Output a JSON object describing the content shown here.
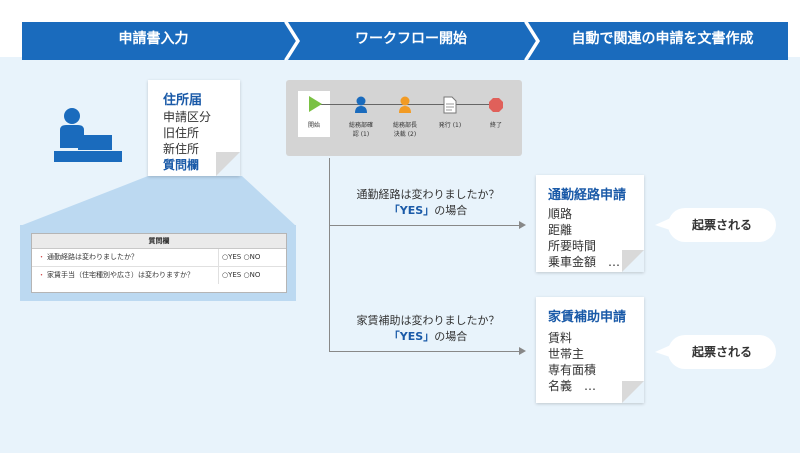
{
  "header": {
    "steps": [
      "申請書入力",
      "ワークフロー開始",
      "自動で関連の申請を文書作成"
    ],
    "color": "#1a6bbd"
  },
  "document": {
    "title": "住所届",
    "items": [
      "申請区分",
      "旧住所",
      "新住所"
    ],
    "highlight_item": "質問欄"
  },
  "form": {
    "header": "質問欄",
    "rows": [
      {
        "question": "通勤経路は変わりましたか？",
        "options": "○YES ○NO"
      },
      {
        "question": "家賃手当（住宅種別や広さ）は変わりますか？",
        "options": "○YES ○NO"
      }
    ],
    "bullet": "・"
  },
  "workflow": {
    "steps": [
      {
        "label": "開始",
        "icon": "start-icon"
      },
      {
        "label": "総務部確\n認 (1)",
        "icon": "person-icon"
      },
      {
        "label": "総務部長\n決裁 (2)",
        "icon": "person-icon"
      },
      {
        "label": "発行 (1)",
        "icon": "document-icon"
      },
      {
        "label": "終了",
        "icon": "stop-icon"
      }
    ]
  },
  "branches": [
    {
      "question": "通勤経路は変わりましたか？",
      "yes_text": "「YES」",
      "yes_suffix": "の場合",
      "app_title": "通勤経路申請",
      "app_items": [
        "順路",
        "距離",
        "所要時間",
        "乗車金額　…"
      ],
      "result": "起票される"
    },
    {
      "question": "家賃補助は変わりましたか？",
      "yes_text": "「YES」",
      "yes_suffix": "の場合",
      "app_title": "家賃補助申請",
      "app_items": [
        "賃料",
        "世帯主",
        "専有面積",
        "名義　…"
      ],
      "result": "起票される"
    }
  ]
}
